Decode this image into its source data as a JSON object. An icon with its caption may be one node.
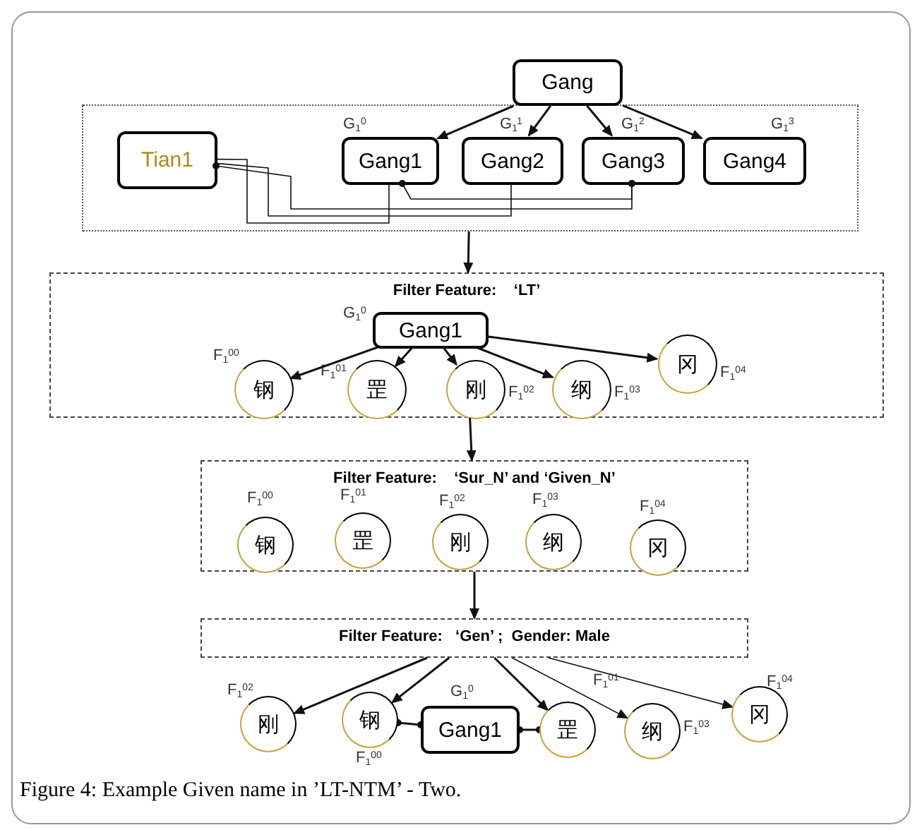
{
  "diagram": {
    "caption": "Figure 4: Example Given name in ’LT-NTM’ - Two.",
    "nodes": [
      {
        "text": [
          "Gang"
        ]
      },
      {
        "text": [],
        "shape": "box"
      },
      {
        "text": [
          "Tian1"
        ],
        "in": 1
      },
      {
        "text": [
          "Gang1"
        ],
        "in": 1,
        "beside": [
          "G$_{1}$$^{0}$"
        ]
      },
      {
        "text": [
          "Gang2"
        ],
        "in": 1,
        "beside": [
          "G$_{1}$$^{1}$"
        ]
      },
      {
        "text": [
          "Gang3"
        ],
        "in": 1,
        "beside": [
          "G$_{1}$$^{2}$"
        ]
      },
      {
        "text": [
          "Gang4"
        ],
        "in": 1,
        "beside": [
          "G$_{1}$$^{3}$"
        ]
      },
      {
        "text": [
          "Filter Feature:    ‘LT’"
        ]
      },
      {
        "text": [
          "Gang1"
        ],
        "in": 7,
        "beside": [
          "G$_{1}$$^{0}$"
        ]
      },
      {
        "text": [
          "钢"
        ],
        "in": 7,
        "beside": [
          "F$_{1}$$^{00}$"
        ]
      },
      {
        "text": [
          "罡"
        ],
        "in": 7,
        "beside": [
          "F$_{1}$$^{01}$"
        ]
      },
      {
        "text": [
          "刚"
        ],
        "in": 7,
        "beside": [
          "F$_{1}$$^{02}$"
        ]
      },
      {
        "text": [
          "纲"
        ],
        "in": 7,
        "beside": [
          "F$_{1}$$^{03}$"
        ]
      },
      {
        "text": [
          "冈"
        ],
        "in": 7,
        "beside": [
          "F$_{1}$$^{04}$"
        ]
      },
      {
        "text": [
          "Filter Feature:    ‘Sur_N’ and ‘Given_N’"
        ]
      },
      {
        "text": [
          "钢"
        ],
        "in": 14,
        "beside": [
          "F$_{1}$$^{00}$"
        ]
      },
      {
        "text": [
          "罡"
        ],
        "in": 14,
        "beside": [
          "F$_{1}$$^{01}$"
        ]
      },
      {
        "text": [
          "刚"
        ],
        "in": 14,
        "beside": [
          "F$_{1}$$^{02}$"
        ]
      },
      {
        "text": [
          "纲"
        ],
        "in": 14,
        "beside": [
          "F$_{1}$$^{03}$"
        ]
      },
      {
        "text": [
          "冈"
        ],
        "in": 14,
        "beside": [
          "F$_{1}$$^{04}$"
        ]
      },
      {
        "text": [
          "Filter Feature:   ‘Gen’ ;  Gender: Male"
        ]
      },
      {
        "text": [
          "刚"
        ],
        "beside": [
          "F$_{1}$$^{02}$"
        ]
      },
      {
        "text": [
          "钢"
        ],
        "beside": [
          "F$_{1}$$^{00}$"
        ]
      },
      {
        "text": [
          "Gang1"
        ],
        "beside": [
          "G$_{1}$$^{0}$"
        ]
      },
      {
        "text": [
          "罡"
        ],
        "beside": [
          "F$_{1}$$^{01}$"
        ]
      },
      {
        "text": [
          "纲"
        ],
        "beside": [
          "F$_{1}$$^{03}$"
        ]
      },
      {
        "text": [
          "冈"
        ],
        "beside": [
          "F$_{1}$$^{04}$"
        ]
      }
    ],
    "edges": [
      {
        "from": 0,
        "to": 3,
        "arrow": "to"
      },
      {
        "from": 0,
        "to": 4,
        "arrow": "to"
      },
      {
        "from": 0,
        "to": 5,
        "arrow": "to"
      },
      {
        "from": 0,
        "to": 6,
        "arrow": "to"
      },
      {
        "from": 2,
        "to": 3,
        "arrow": "none"
      },
      {
        "from": 2,
        "to": 4,
        "arrow": "none"
      },
      {
        "from": 2,
        "to": 5,
        "arrow": "other"
      },
      {
        "from": 3,
        "to": 5,
        "arrow": "other"
      },
      {
        "from": 1,
        "to": 7,
        "arrow": "to"
      },
      {
        "from": 8,
        "to": 9,
        "arrow": "to"
      },
      {
        "from": 8,
        "to": 10,
        "arrow": "to"
      },
      {
        "from": 8,
        "to": 11,
        "arrow": "to"
      },
      {
        "from": 8,
        "to": 12,
        "arrow": "to"
      },
      {
        "from": 8,
        "to": 13,
        "arrow": "to"
      },
      {
        "from": 7,
        "to": 14,
        "arrow": "to"
      },
      {
        "from": 14,
        "to": 20,
        "arrow": "to"
      },
      {
        "from": 20,
        "to": 21,
        "arrow": "to"
      },
      {
        "from": 20,
        "to": 22,
        "arrow": "to"
      },
      {
        "from": 20,
        "to": 24,
        "arrow": "to"
      },
      {
        "from": 20,
        "to": 25,
        "arrow": "to"
      },
      {
        "from": 20,
        "to": 26,
        "arrow": "to"
      },
      {
        "from": 22,
        "to": 23,
        "arrow": "other"
      },
      {
        "from": 23,
        "to": 24,
        "arrow": "other"
      }
    ]
  }
}
